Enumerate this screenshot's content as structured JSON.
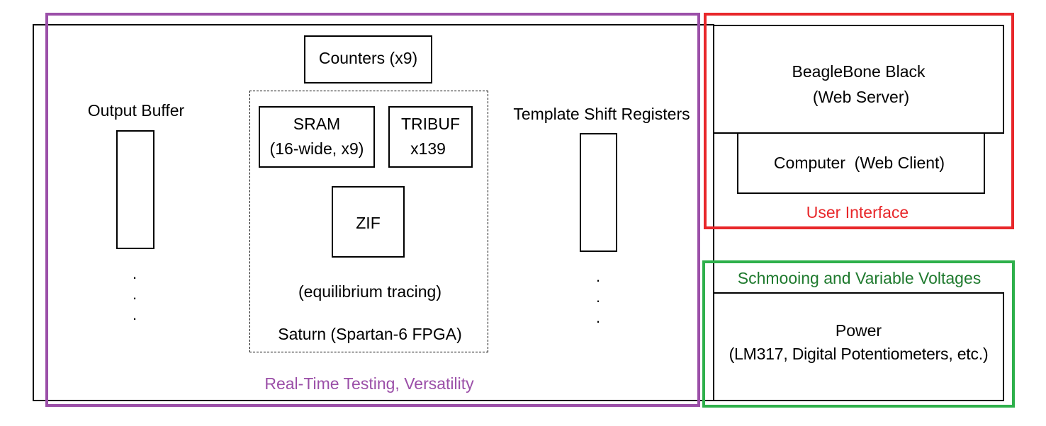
{
  "blocks": {
    "counters": "Counters (x9)",
    "output_buffer": "Output Buffer",
    "sram_line1": "SRAM",
    "sram_line2": "(16-wide, x9)",
    "tribuf_line1": "TRIBUF",
    "tribuf_line2": "x139",
    "zif": "ZIF",
    "equilibrium": "(equilibrium tracing)",
    "saturn": "Saturn (Spartan-6 FPGA)",
    "template_registers": "Template Shift Registers",
    "beaglebone_line1": "BeagleBone Black",
    "beaglebone_line2": "(Web Server)",
    "computer": "Computer  (Web Client)",
    "power_line1": "Power",
    "power_line2": "(LM317, Digital Potentiometers, etc.)",
    "dot": "."
  },
  "groups": {
    "realtime": {
      "label": "Real-Time Testing, Versatility",
      "color": "#9b4fa8"
    },
    "user_interface": {
      "label": "User Interface",
      "color": "#e8272a"
    },
    "schmooing": {
      "label": "Schmooing and Variable Voltages",
      "color": "#1f7a2e"
    }
  },
  "colors": {
    "green_border": "#2eb04b"
  }
}
